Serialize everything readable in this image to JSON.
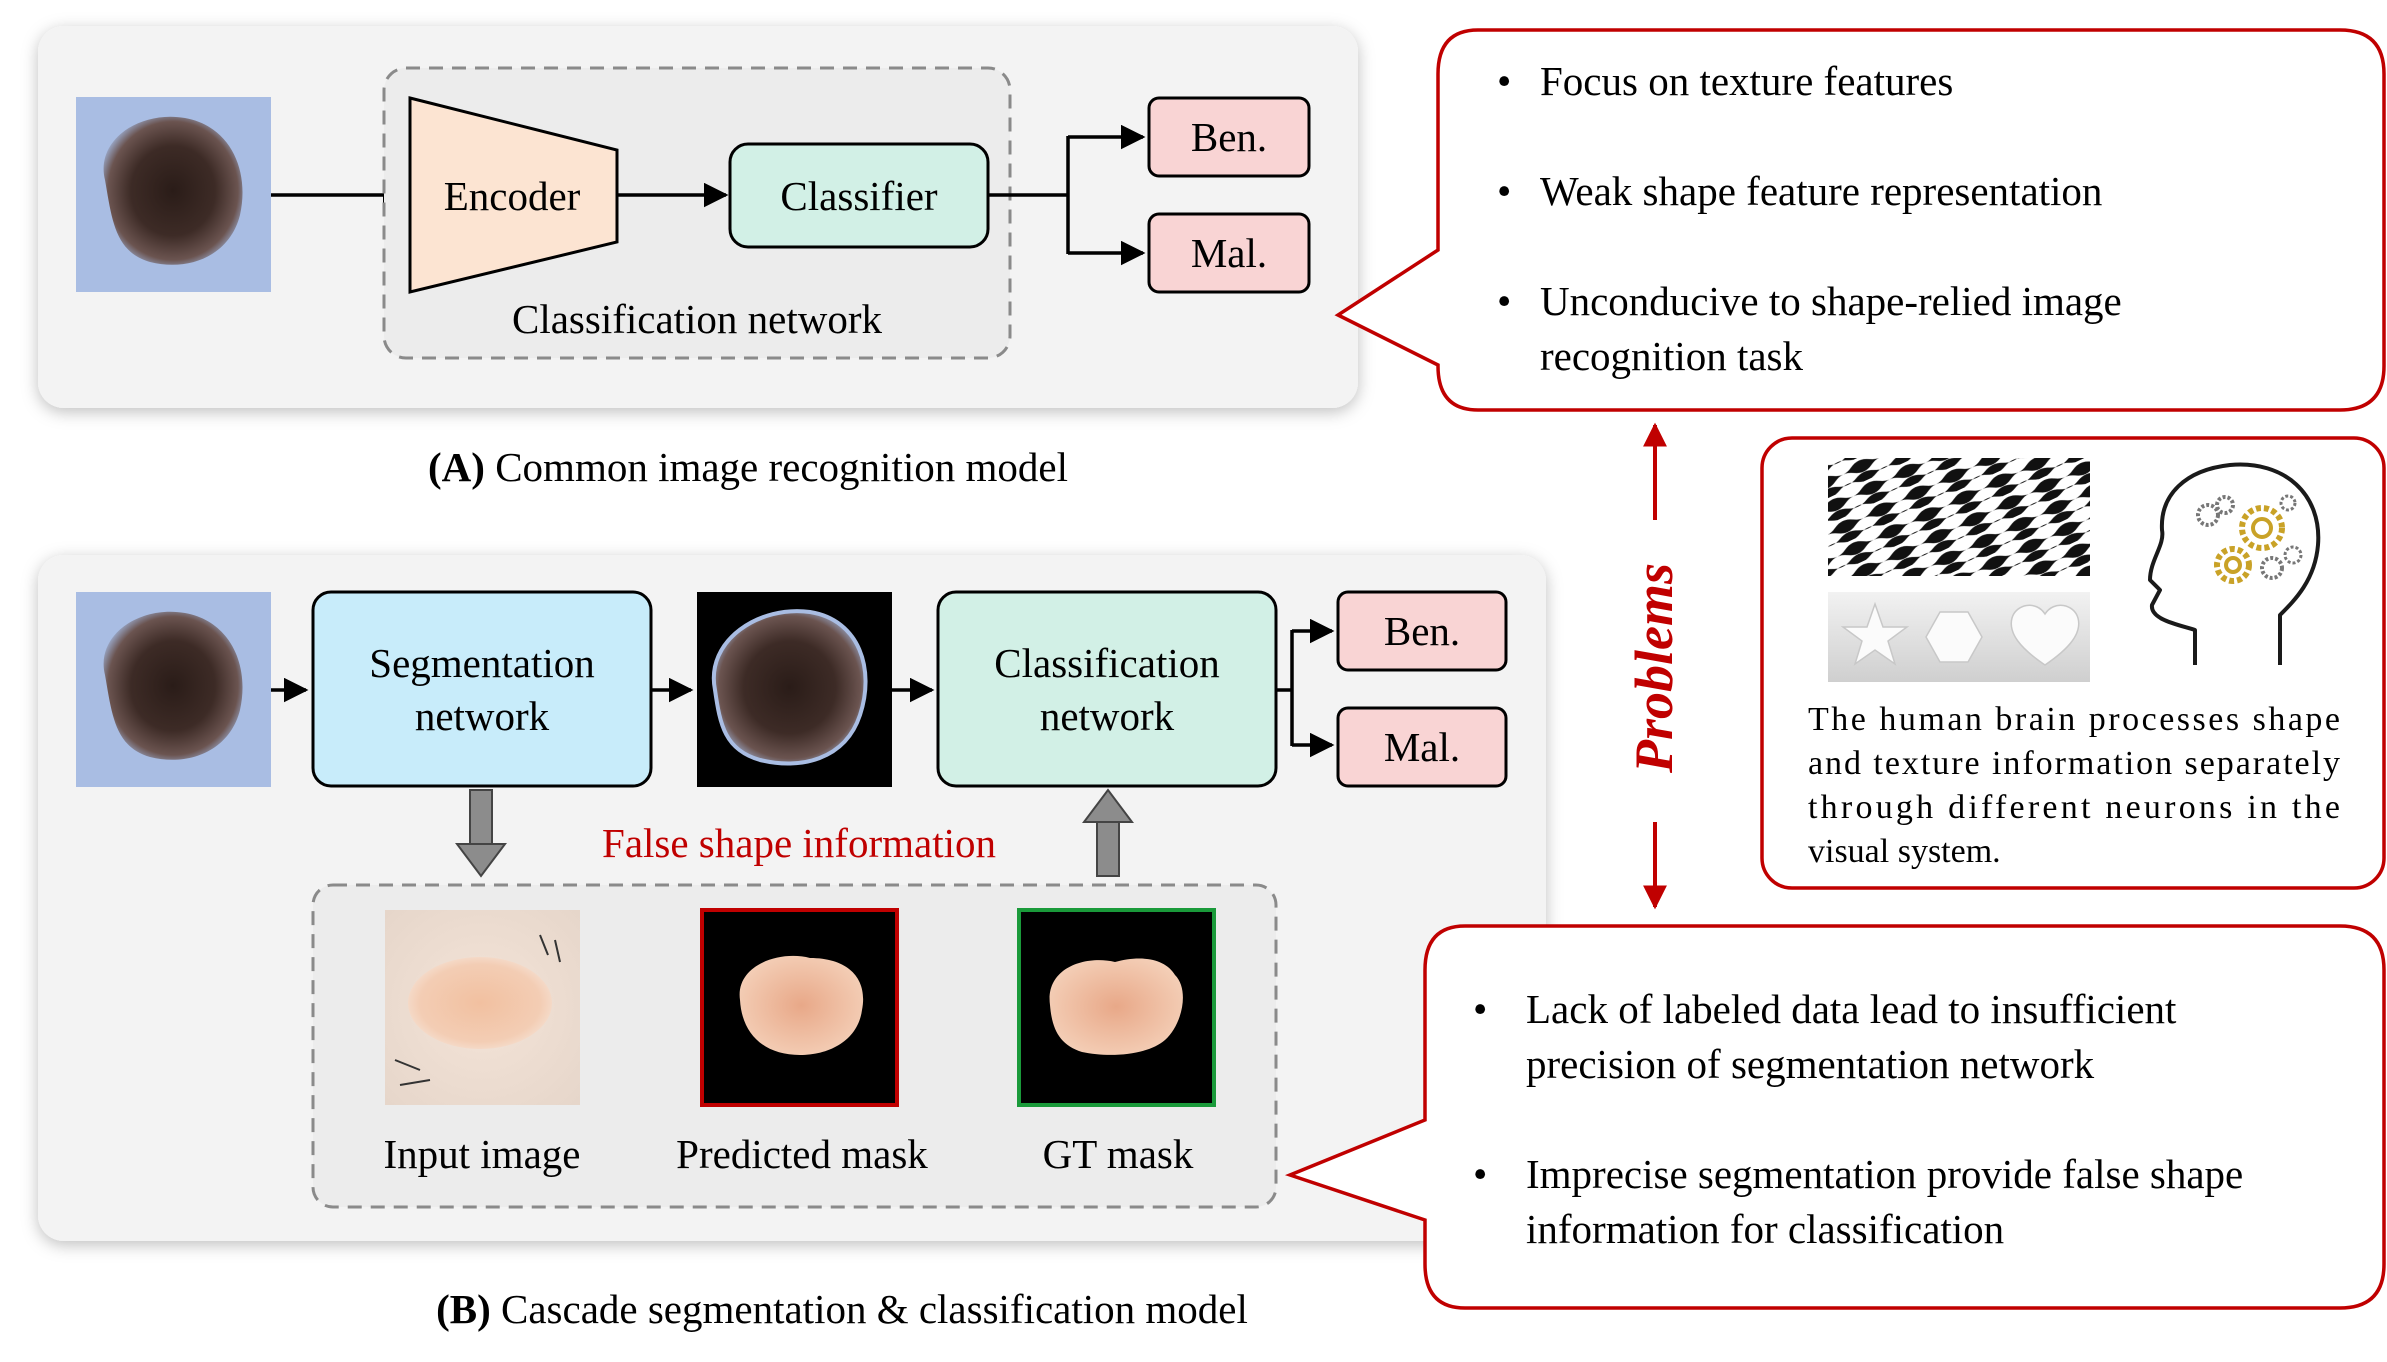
{
  "panel_a": {
    "encoder": "Encoder",
    "classifier": "Classifier",
    "group_label": "Classification network",
    "out_benign": "Ben.",
    "out_malignant": "Mal.",
    "caption_prefix": "(A)",
    "caption_text": "Common image recognition model"
  },
  "panel_b": {
    "seg_line1": "Segmentation",
    "seg_line2": "network",
    "cls_line1": "Classification",
    "cls_line2": "network",
    "out_benign": "Ben.",
    "out_malignant": "Mal.",
    "false_shape": "False shape information",
    "input_image": "Input image",
    "predicted_mask": "Predicted mask",
    "gt_mask": "GT mask",
    "caption_prefix": "(B)",
    "caption_text": "Cascade segmentation & classification model"
  },
  "problems_label": "Problems",
  "callout_a": {
    "b1": "Focus on texture features",
    "b2": "Weak shape feature representation",
    "b3_line1": "Unconducive to shape-relied image",
    "b3_line2": "recognition task"
  },
  "callout_b": {
    "b1_line1": "Lack of labeled data lead to insufficient",
    "b1_line2": "precision of segmentation network",
    "b2_line1": "Imprecise segmentation provide false shape",
    "b2_line2": "information for classification"
  },
  "brain_box": {
    "line1": "The human brain processes shape",
    "line2": "and texture information separately",
    "line3": "through different neurons in the",
    "line4": "visual system."
  },
  "colors": {
    "encoder_fill": "#fce4d2",
    "classifier_fill": "#d2f0e6",
    "seg_fill": "#c8ecfa",
    "output_fill": "#f9d4d4",
    "accent_red": "#c00000",
    "predicted_border": "#c00000",
    "gt_border": "#1a9a3a"
  }
}
